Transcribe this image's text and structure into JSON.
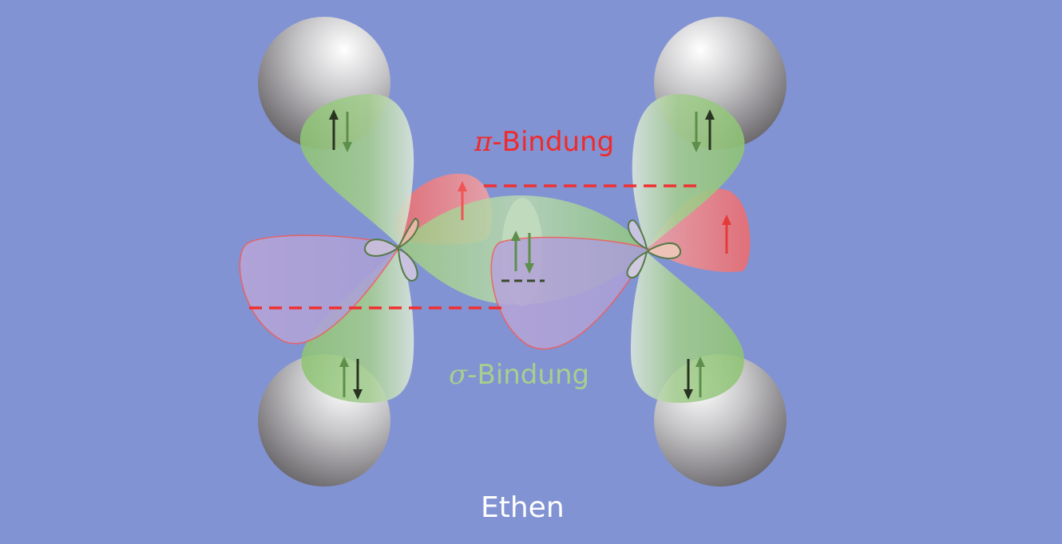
{
  "diagram": {
    "title": "Ethen",
    "pi_bond": {
      "symbol": "π",
      "text": "-Bindung"
    },
    "sigma_bond": {
      "symbol": "σ",
      "text": "-Bindung"
    }
  },
  "colors": {
    "background": "#8293d3",
    "pi": "#f02a2a",
    "sigma_text": "#a8cf8d",
    "sigma_orbital": "#8fc67a",
    "hydrogen": "#a9a9ad"
  }
}
